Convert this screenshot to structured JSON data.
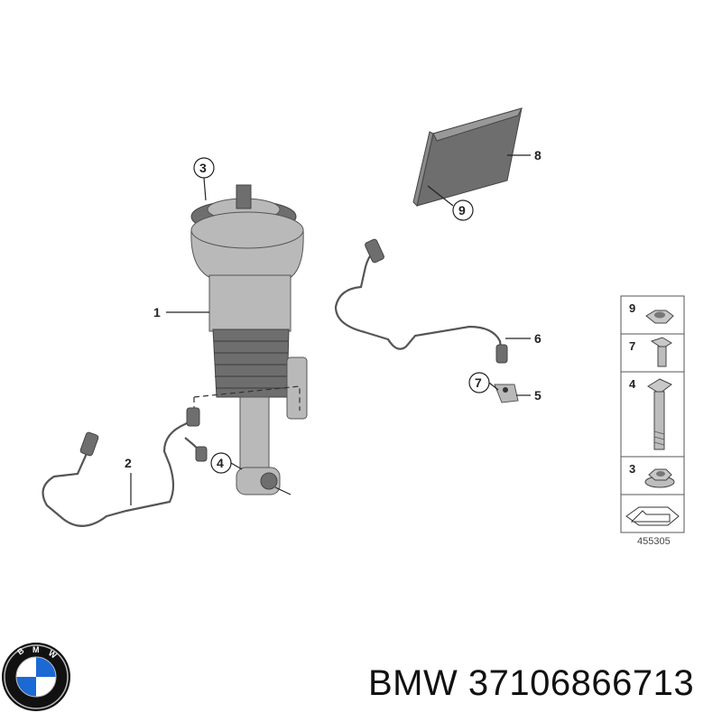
{
  "diagram": {
    "callouts": {
      "c1": "1",
      "c2": "2",
      "c3": "3",
      "c4": "4",
      "c5": "5",
      "c6": "6",
      "c7": "7",
      "c8": "8",
      "c9": "9"
    },
    "legend": {
      "items": [
        "9",
        "7",
        "4",
        "3"
      ],
      "reference_number": "455305"
    }
  },
  "logo": {
    "icon": "bmw-roundel-icon",
    "lettering": "BMW"
  },
  "caption": {
    "text": "BMW 37106866713"
  },
  "colors": {
    "part_gray": "#b9b9b9",
    "logo_blue": "#1c69d4",
    "logo_black": "#111111"
  }
}
